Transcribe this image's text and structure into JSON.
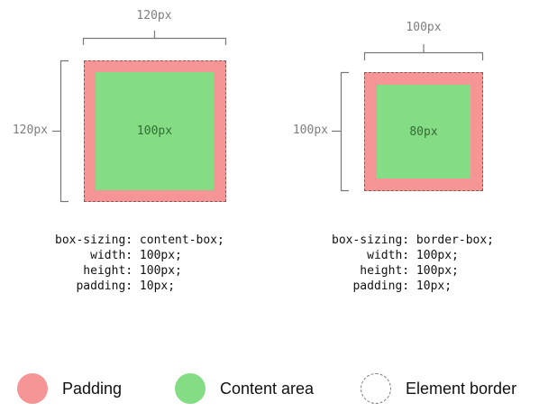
{
  "colors": {
    "padding": "#f59596",
    "content": "#84dc84",
    "border": "#8a5858",
    "dimension_lines": "#777777"
  },
  "left": {
    "width_label": "120px",
    "height_label": "120px",
    "content_label": "100px",
    "code": [
      "box-sizing: content-box;",
      "     width: 100px;",
      "    height: 100px;",
      "   padding: 10px;"
    ]
  },
  "right": {
    "width_label": "100px",
    "height_label": "100px",
    "content_label": "80px",
    "code": [
      "box-sizing: border-box;",
      "     width: 100px;",
      "    height: 100px;",
      "   padding: 10px;"
    ]
  },
  "legend": {
    "padding_label": "Padding",
    "content_label": "Content area",
    "border_label": "Element border"
  }
}
